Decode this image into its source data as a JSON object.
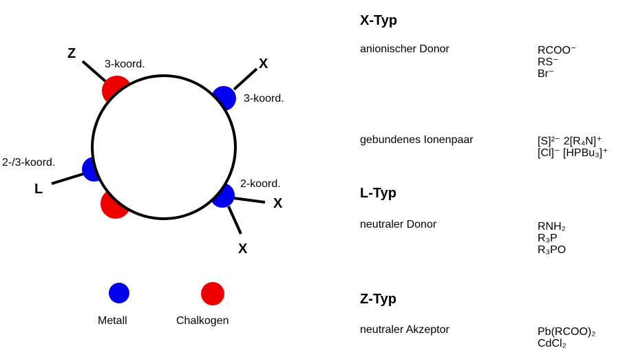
{
  "diagram": {
    "labels": {
      "z": "Z",
      "x_top": "X",
      "l": "L",
      "x_right": "X",
      "x_bottom": "X",
      "koord_top": "3-koord.",
      "koord_right": "3-koord.",
      "koord_left": "2-/3-koord.",
      "koord_br": "2-koord."
    },
    "legend": {
      "metal_label": "Metall",
      "chalcogen_label": "Chalkogen"
    },
    "colors": {
      "metal": "#0000ee",
      "chalcogen": "#ee0000",
      "outline": "#000000"
    }
  },
  "types": [
    {
      "heading": "X-Typ",
      "rows": [
        {
          "label": "anionischer Donor",
          "examples": [
            "RCOO⁻",
            "RS⁻",
            "Br⁻"
          ]
        },
        {
          "label": "gebundenes Ionenpaar",
          "examples": [
            "[S]²⁻ 2[R₄N]⁺",
            "[Cl]⁻ [HPBu₃]⁺"
          ]
        }
      ]
    },
    {
      "heading": "L-Typ",
      "rows": [
        {
          "label": "neutraler Donor",
          "examples": [
            "RNH₂",
            "R₃P",
            "R₃PO"
          ]
        }
      ]
    },
    {
      "heading": "Z-Typ",
      "rows": [
        {
          "label": "neutraler Akzeptor",
          "examples": [
            "Pb(RCOO)₂",
            "CdCl₂"
          ]
        }
      ]
    }
  ]
}
